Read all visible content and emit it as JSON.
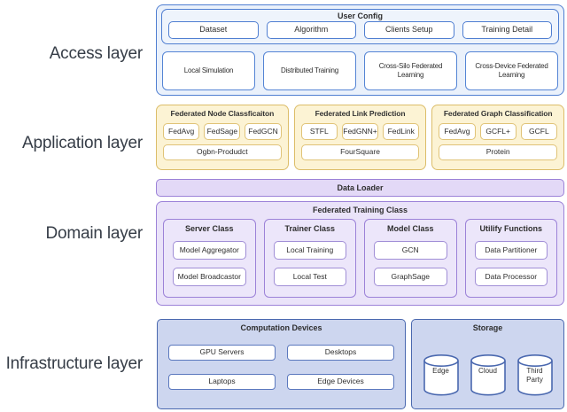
{
  "left_labels": {
    "access": "Access layer",
    "application": "Application layer",
    "domain": "Domain layer",
    "infrastructure": "Infrastructure layer"
  },
  "access": {
    "user_config": {
      "title": "User Config",
      "buttons": [
        "Dataset",
        "Algorithm",
        "Clients Setup",
        "Training Detail"
      ]
    },
    "modes": [
      "Local Simulation",
      "Distributed Training",
      "Cross-Silo Federated Learning",
      "Cross-Device Federated Learning"
    ]
  },
  "application": {
    "groups": [
      {
        "title": "Federated Node Classficaiton",
        "methods": [
          "FedAvg",
          "FedSage",
          "FedGCN"
        ],
        "dataset": "Ogbn-Produdct"
      },
      {
        "title": "Federated Link Prediction",
        "methods": [
          "STFL",
          "FedGNN+",
          "FedLink"
        ],
        "dataset": "FourSquare"
      },
      {
        "title": "Federated Graph Classification",
        "methods": [
          "FedAvg",
          "GCFL+",
          "GCFL"
        ],
        "dataset": "Protein"
      }
    ]
  },
  "domain": {
    "data_loader": "Data Loader",
    "federated_training_class": {
      "title": "Federated Training Class",
      "groups": [
        {
          "title": "Server Class",
          "items": [
            "Model Aggregator",
            "Model Broadcastor"
          ]
        },
        {
          "title": "Trainer Class",
          "items": [
            "Local Training",
            "Local Test"
          ]
        },
        {
          "title": "Model Class",
          "items": [
            "GCN",
            "GraphSage"
          ]
        },
        {
          "title": "Utilify Functions",
          "items": [
            "Data Partitioner",
            "Data Processor"
          ]
        }
      ]
    }
  },
  "infrastructure": {
    "computation": {
      "title": "Computation Devices",
      "devices": [
        "GPU Servers",
        "Desktops",
        "Laptops",
        "Edge Devices"
      ]
    },
    "storage": {
      "title": "Storage",
      "stores": [
        "Edge",
        "Cloud",
        "Third Party"
      ]
    }
  },
  "colors": {
    "access_border": "#4f7ed1",
    "access_bg": "#eaf1fb",
    "application_border": "#dcbd69",
    "application_bg": "#fcf3d4",
    "domain_border": "#9c82d8",
    "domain_bg": "#eae3f9",
    "data_loader_bg": "#e3d9f7",
    "infrastructure_border": "#4a68af",
    "infrastructure_bg": "#cdd6ef",
    "box_fill": "#ffffff"
  }
}
